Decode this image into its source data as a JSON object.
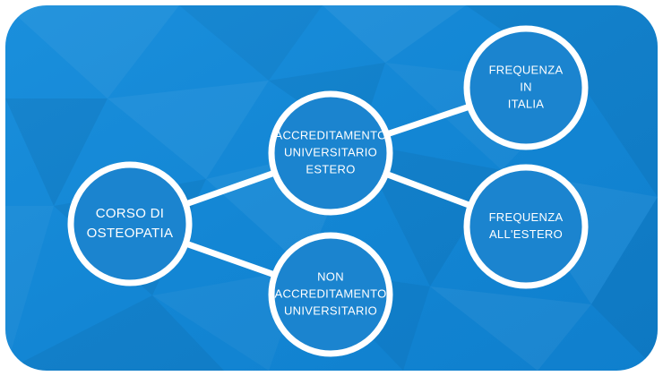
{
  "colors": {
    "background": "#1488d6",
    "node_fill": "#1b84cf",
    "node_stroke": "#ffffff",
    "connector": "#ffffff",
    "text": "#ffffff"
  },
  "nodes": {
    "corso": {
      "lines": [
        "CORSO DI",
        "OSTEOPATIA"
      ]
    },
    "accreditamento": {
      "lines": [
        "ACCREDITAMENTO",
        "UNIVERSITARIO",
        "ESTERO"
      ]
    },
    "non_accreditamento": {
      "lines": [
        "NON",
        "ACCREDITAMENTO",
        "UNIVERSITARIO"
      ]
    },
    "frequenza_italia": {
      "lines": [
        "FREQUENZA",
        "IN",
        "ITALIA"
      ]
    },
    "frequenza_estero": {
      "lines": [
        "FREQUENZA",
        "ALL'ESTERO"
      ]
    }
  },
  "edges": [
    [
      "corso",
      "accreditamento"
    ],
    [
      "corso",
      "non_accreditamento"
    ],
    [
      "accreditamento",
      "frequenza_italia"
    ],
    [
      "accreditamento",
      "frequenza_estero"
    ]
  ]
}
